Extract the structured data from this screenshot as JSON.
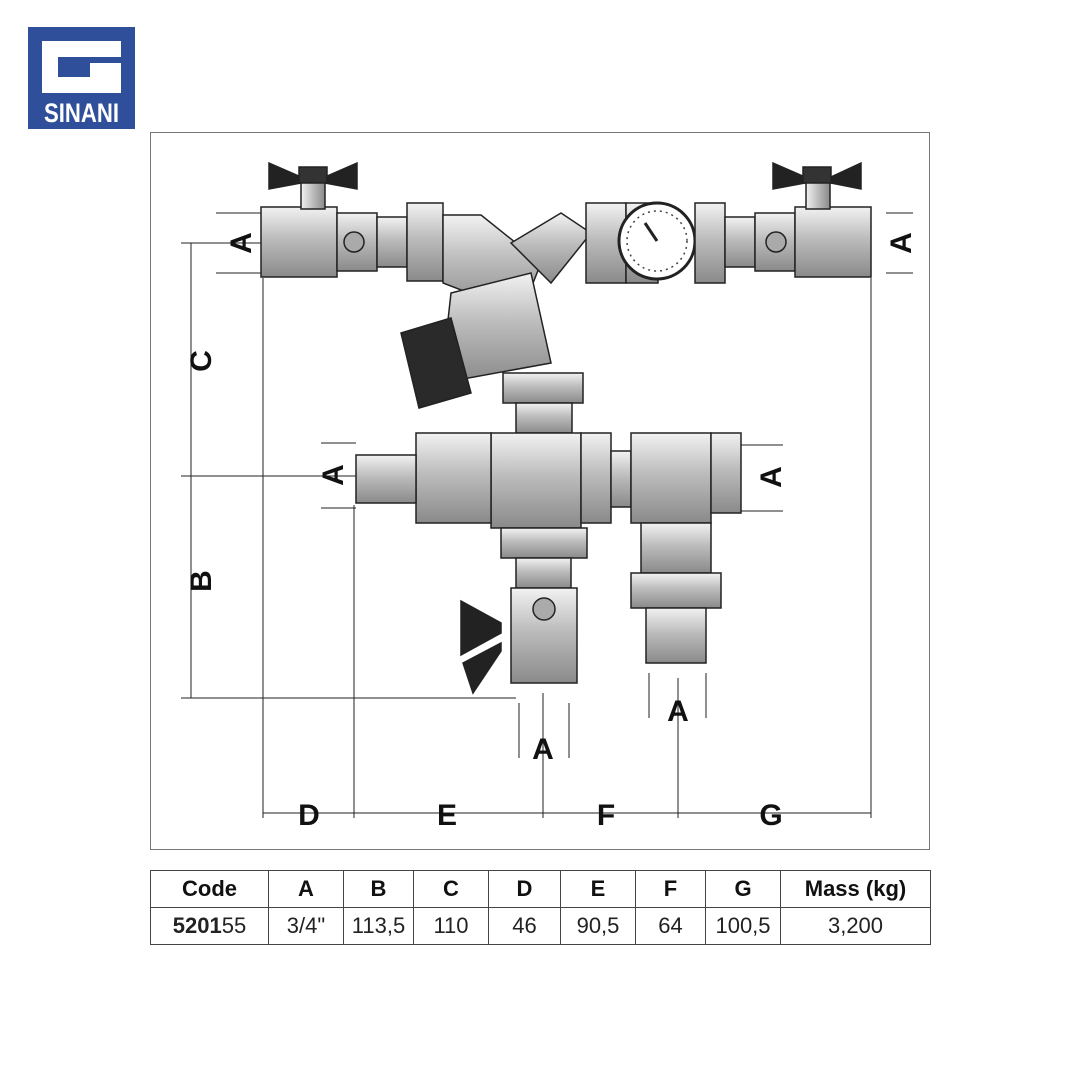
{
  "brand": {
    "name": "SINANI",
    "color": "#2f4f9a"
  },
  "diagram": {
    "dimension_labels": {
      "a_top_left": "A",
      "a_top_right": "A",
      "a_mid_left": "A",
      "a_mid_right": "A",
      "a_bottom_center": "A",
      "a_bottom_right": "A",
      "b": "B",
      "c": "C",
      "d": "D",
      "e": "E",
      "f": "F",
      "g": "G"
    }
  },
  "table": {
    "headers": [
      "Code",
      "A",
      "B",
      "C",
      "D",
      "E",
      "F",
      "G",
      "Mass (kg)"
    ],
    "row": {
      "code_bold": "5201",
      "code_rest": "55",
      "values": [
        "3/4\"",
        "113,5",
        "110",
        "46",
        "90,5",
        "64",
        "100,5",
        "3,200"
      ]
    }
  }
}
